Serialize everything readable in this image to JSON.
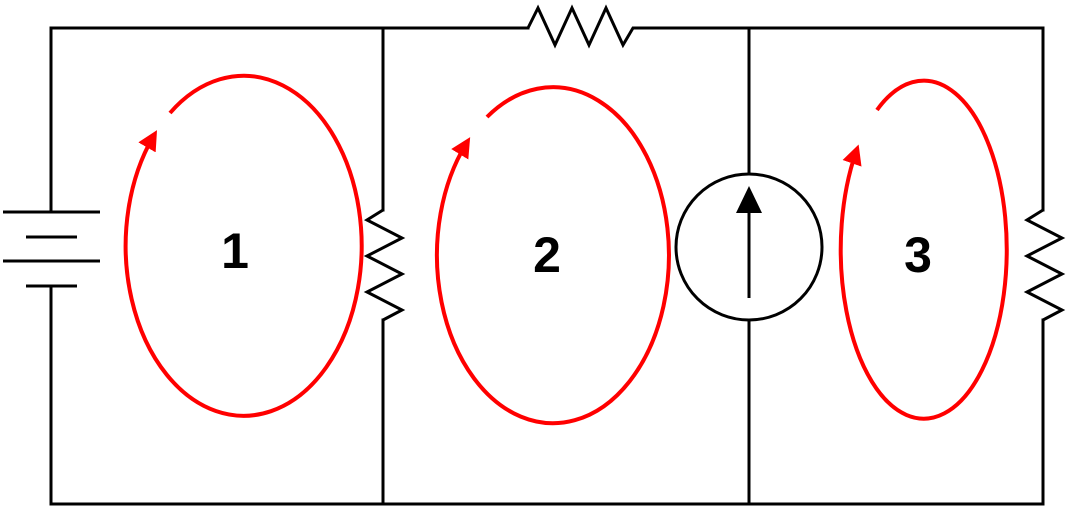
{
  "diagram": {
    "meshes": [
      {
        "label": "1"
      },
      {
        "label": "2"
      },
      {
        "label": "3"
      }
    ],
    "colors": {
      "wire": "#000000",
      "loop": "#ff0000",
      "background": "#ffffff"
    },
    "components": {
      "battery": "battery-icon",
      "resistors": [
        "resistor-icon",
        "resistor-icon",
        "resistor-icon"
      ],
      "current_source": "current-source-icon"
    }
  }
}
